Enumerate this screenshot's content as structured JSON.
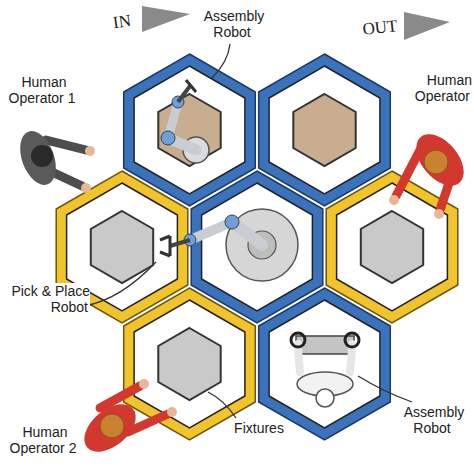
{
  "diagram": {
    "labels": [
      "IN",
      "Assembly Robot",
      "OUT",
      "Human Operator 1",
      "Human Operator",
      "Pick & Place Robot",
      "Fixtures",
      "Human Operator 2",
      "Assembly Robot"
    ]
  }
}
